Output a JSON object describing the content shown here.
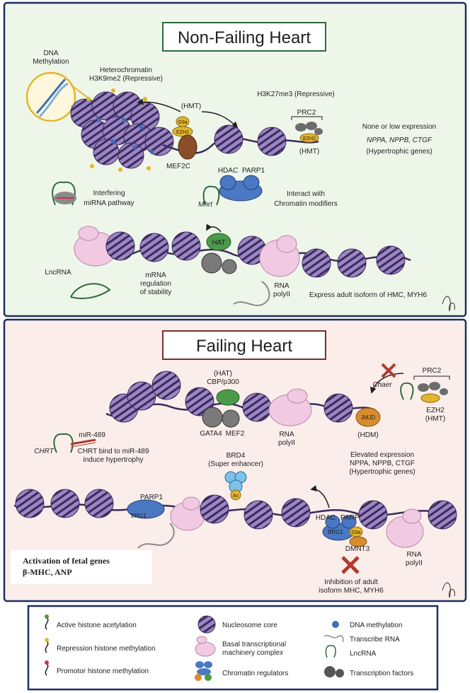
{
  "panel_top": {
    "title": "Non-Failing Heart",
    "dna_methylation": [
      "DNA",
      "Methylation"
    ],
    "heterochromatin": [
      "Heterochromatin",
      "H3K9me2 (Repressive)"
    ],
    "hmt_top": "(HMT)",
    "g9a": "G9a",
    "ezh2": "EZH2",
    "mef2c": "MEF2C",
    "h3k27me3": "H3K27me3 (Repressive)",
    "prc2": "PRC2",
    "hmt_prc2": "(HMT)",
    "expression": [
      "None or low expression",
      "NPPA, NPPB, CTGF",
      "(Hypertrophic genes)"
    ],
    "mirna": [
      "Interfering",
      "miRNA pathway"
    ],
    "hdac": "HDAC",
    "parp1": "PARP1",
    "mhrt": "Mhrt",
    "interact": [
      "Interact with",
      "Chromatin modifiers"
    ],
    "hat": "HAT",
    "lncrna": "LncRNA",
    "mrna_reg": [
      "mRNA",
      "regulation",
      "of stability"
    ],
    "rna_pol": [
      "RNA",
      "polyII"
    ],
    "adult_isoform": "Express adult isoform of HMC, MYH6"
  },
  "panel_bottom": {
    "title": "Failing Heart",
    "hat": [
      "(HAT)",
      "CBP/p300"
    ],
    "prc2": "PRC2",
    "chaer": "Chaer",
    "ezh2": [
      "EZH2",
      "(HMT)"
    ],
    "jmjd": "JMJD",
    "hdm": "(HDM)",
    "gata4": "GATA4",
    "mef2": "MEF2",
    "rna_pol_1": [
      "RNA",
      "polyII"
    ],
    "mir489": "miR-489",
    "chrt": "CHRT",
    "chrt_bind": [
      "CHRT bind to miR-489",
      "induce hypertrophy"
    ],
    "elevated": [
      "Elevated expression",
      "NPPA, NPPB, CTGF",
      "(Hypertrophic genes)"
    ],
    "brd4": [
      "BRD4",
      "(Super enhancer)"
    ],
    "ac": "Ac",
    "parp1_left": "PARP1",
    "brg1_left": "BRG1",
    "hdac": "HDAC",
    "parp1_right": "PARP1",
    "brg1_right": "BRG1",
    "g9a": "G9a",
    "dmnt3": "DMNT3",
    "rna_pol_2": [
      "RNA",
      "polyII"
    ],
    "fetal": [
      "Activation of fetal genes",
      "β-MHC, ANP"
    ],
    "inhibition": [
      "Inhibition of adult",
      "isoform MHC, MYH6"
    ]
  },
  "legend": {
    "active_acetylation": "Active histone acetylation",
    "repression_methylation": "Repression histone methylation",
    "promotor_methylation": "Promotor histone methylation",
    "nucleosome": "Nucleosome core",
    "basal": [
      "Basal transcriptional",
      "machinery complex"
    ],
    "chromatin_regulators": "Chromatin regulators",
    "dna_methylation": "DNA methylation",
    "transcribe_rna": "Transcribe RNA",
    "lncrna": "LncRNA",
    "transcription_factors": "Transcription factors"
  },
  "colors": {
    "top_bg": "#eef6ea",
    "bottom_bg": "#fbeeea",
    "border": "#1e2f5e",
    "title_top_border": "#2f6b3a",
    "title_bottom_border": "#7a2f2f",
    "nucleosome": "#9b86c4",
    "nucleosome_stripe": "#3b2a5c",
    "active_mark": "#4e9a3a",
    "repressive_mark": "#e4b52c",
    "promoter_mark": "#c8334a",
    "dna_meth": "#3f6fb8",
    "rna_pol": "#f1c9e2",
    "hdac_blue": "#4a78c2",
    "hat_green": "#4a9a4a",
    "tf_grey": "#808080",
    "jmjd_orange": "#d98c2b",
    "inhibit_red": "#b03a2e"
  }
}
